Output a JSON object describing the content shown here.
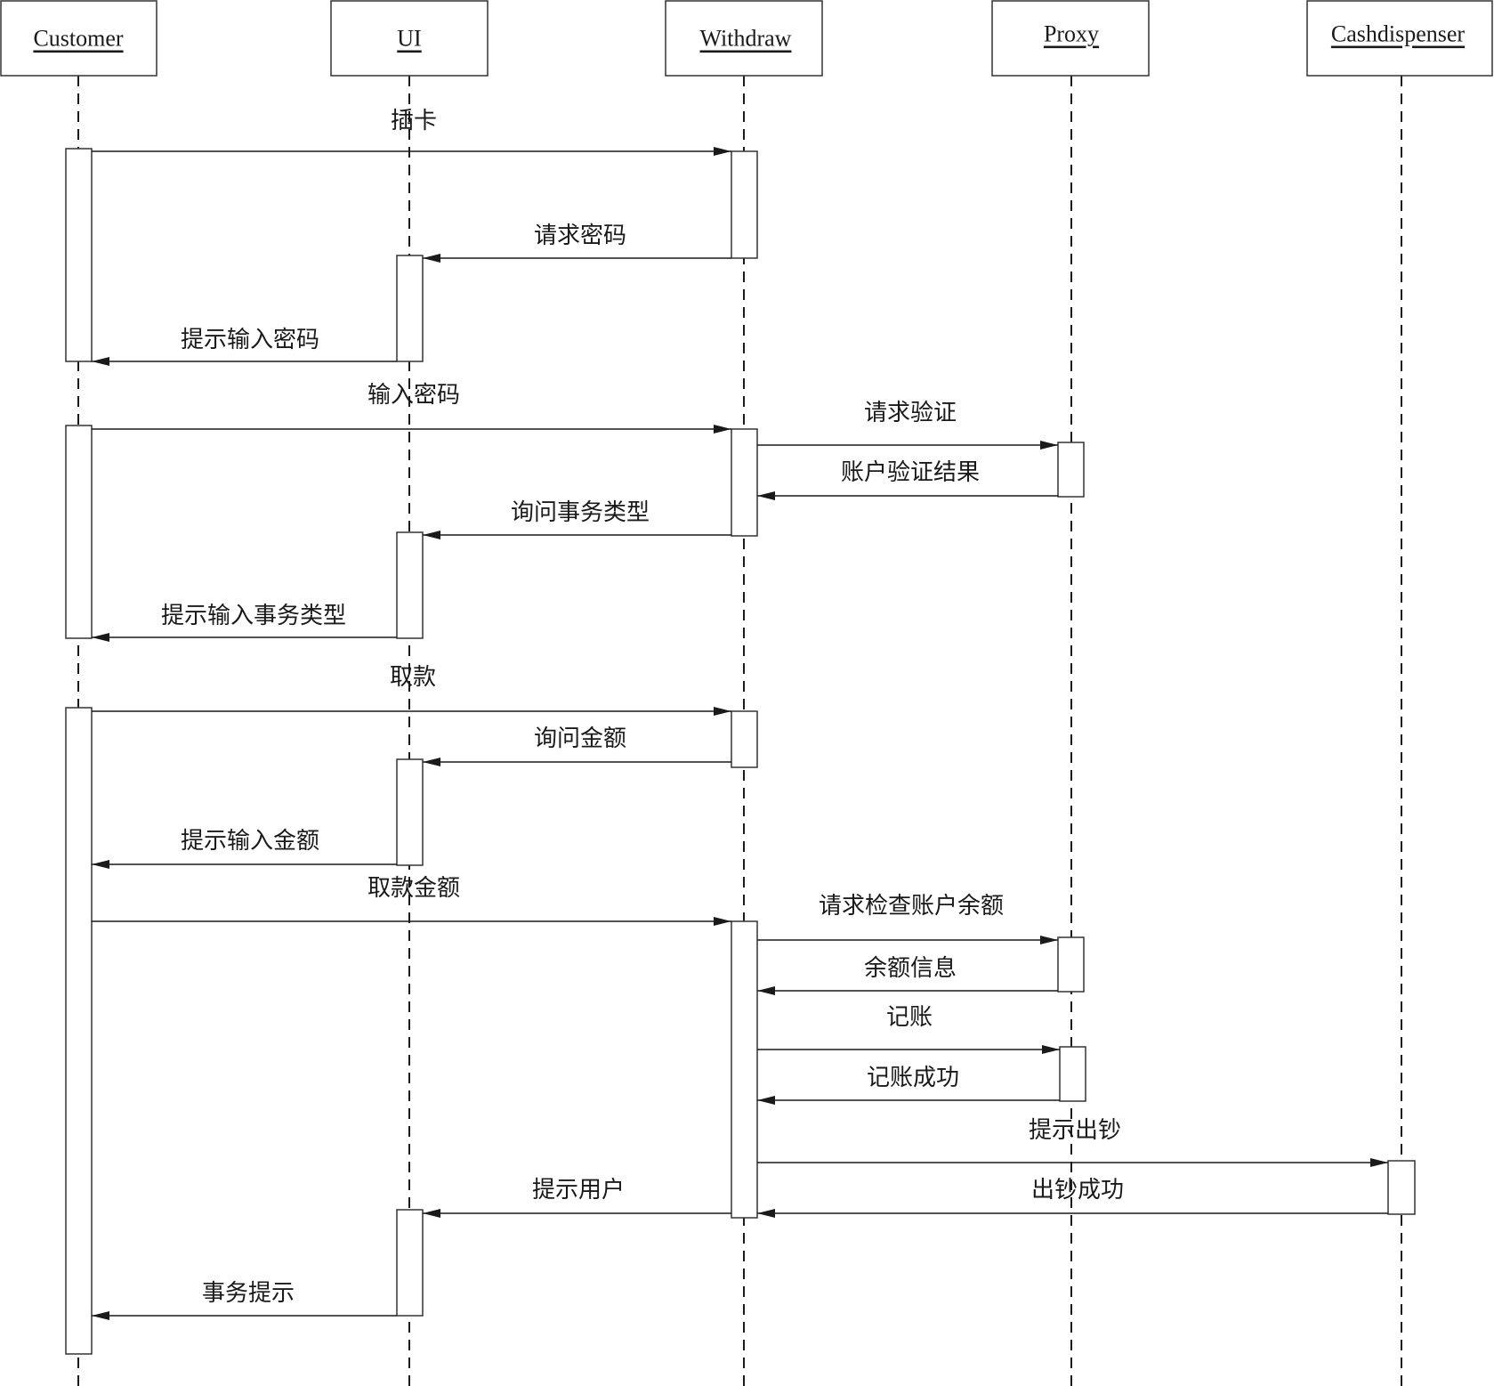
{
  "participants": [
    {
      "id": "customer",
      "name": "Customer"
    },
    {
      "id": "ui",
      "name": "UI"
    },
    {
      "id": "withdraw",
      "name": "Withdraw"
    },
    {
      "id": "proxy",
      "name": "Proxy"
    },
    {
      "id": "cashdispenser",
      "name": "Cashdispenser"
    }
  ],
  "messages": [
    {
      "id": "m1",
      "label": "插卡",
      "from": "customer",
      "to": "withdraw"
    },
    {
      "id": "m2",
      "label": "请求密码",
      "from": "withdraw",
      "to": "ui"
    },
    {
      "id": "m3",
      "label": "提示输入密码",
      "from": "ui",
      "to": "customer"
    },
    {
      "id": "m4",
      "label": "输入密码",
      "from": "customer",
      "to": "withdraw"
    },
    {
      "id": "m5",
      "label": "请求验证",
      "from": "withdraw",
      "to": "proxy"
    },
    {
      "id": "m6",
      "label": "账户验证结果",
      "from": "proxy",
      "to": "withdraw"
    },
    {
      "id": "m7",
      "label": "询问事务类型",
      "from": "withdraw",
      "to": "ui"
    },
    {
      "id": "m8",
      "label": "提示输入事务类型",
      "from": "ui",
      "to": "customer"
    },
    {
      "id": "m9",
      "label": "取款",
      "from": "customer",
      "to": "withdraw"
    },
    {
      "id": "m10",
      "label": "询问金额",
      "from": "withdraw",
      "to": "ui"
    },
    {
      "id": "m11",
      "label": "提示输入金额",
      "from": "ui",
      "to": "customer"
    },
    {
      "id": "m12",
      "label": "取款金额",
      "from": "customer",
      "to": "withdraw"
    },
    {
      "id": "m13",
      "label": "请求检查账户余额",
      "from": "withdraw",
      "to": "proxy"
    },
    {
      "id": "m14",
      "label": "余额信息",
      "from": "proxy",
      "to": "withdraw"
    },
    {
      "id": "m15",
      "label": "记账",
      "from": "withdraw",
      "to": "proxy"
    },
    {
      "id": "m16",
      "label": "记账成功",
      "from": "proxy",
      "to": "withdraw"
    },
    {
      "id": "m17",
      "label": "提示出钞",
      "from": "withdraw",
      "to": "cashdispenser"
    },
    {
      "id": "m18",
      "label": "出钞成功",
      "from": "cashdispenser",
      "to": "withdraw"
    },
    {
      "id": "m19",
      "label": "提示用户",
      "from": "withdraw",
      "to": "ui"
    },
    {
      "id": "m20",
      "label": "事务提示",
      "from": "ui",
      "to": "customer"
    }
  ]
}
